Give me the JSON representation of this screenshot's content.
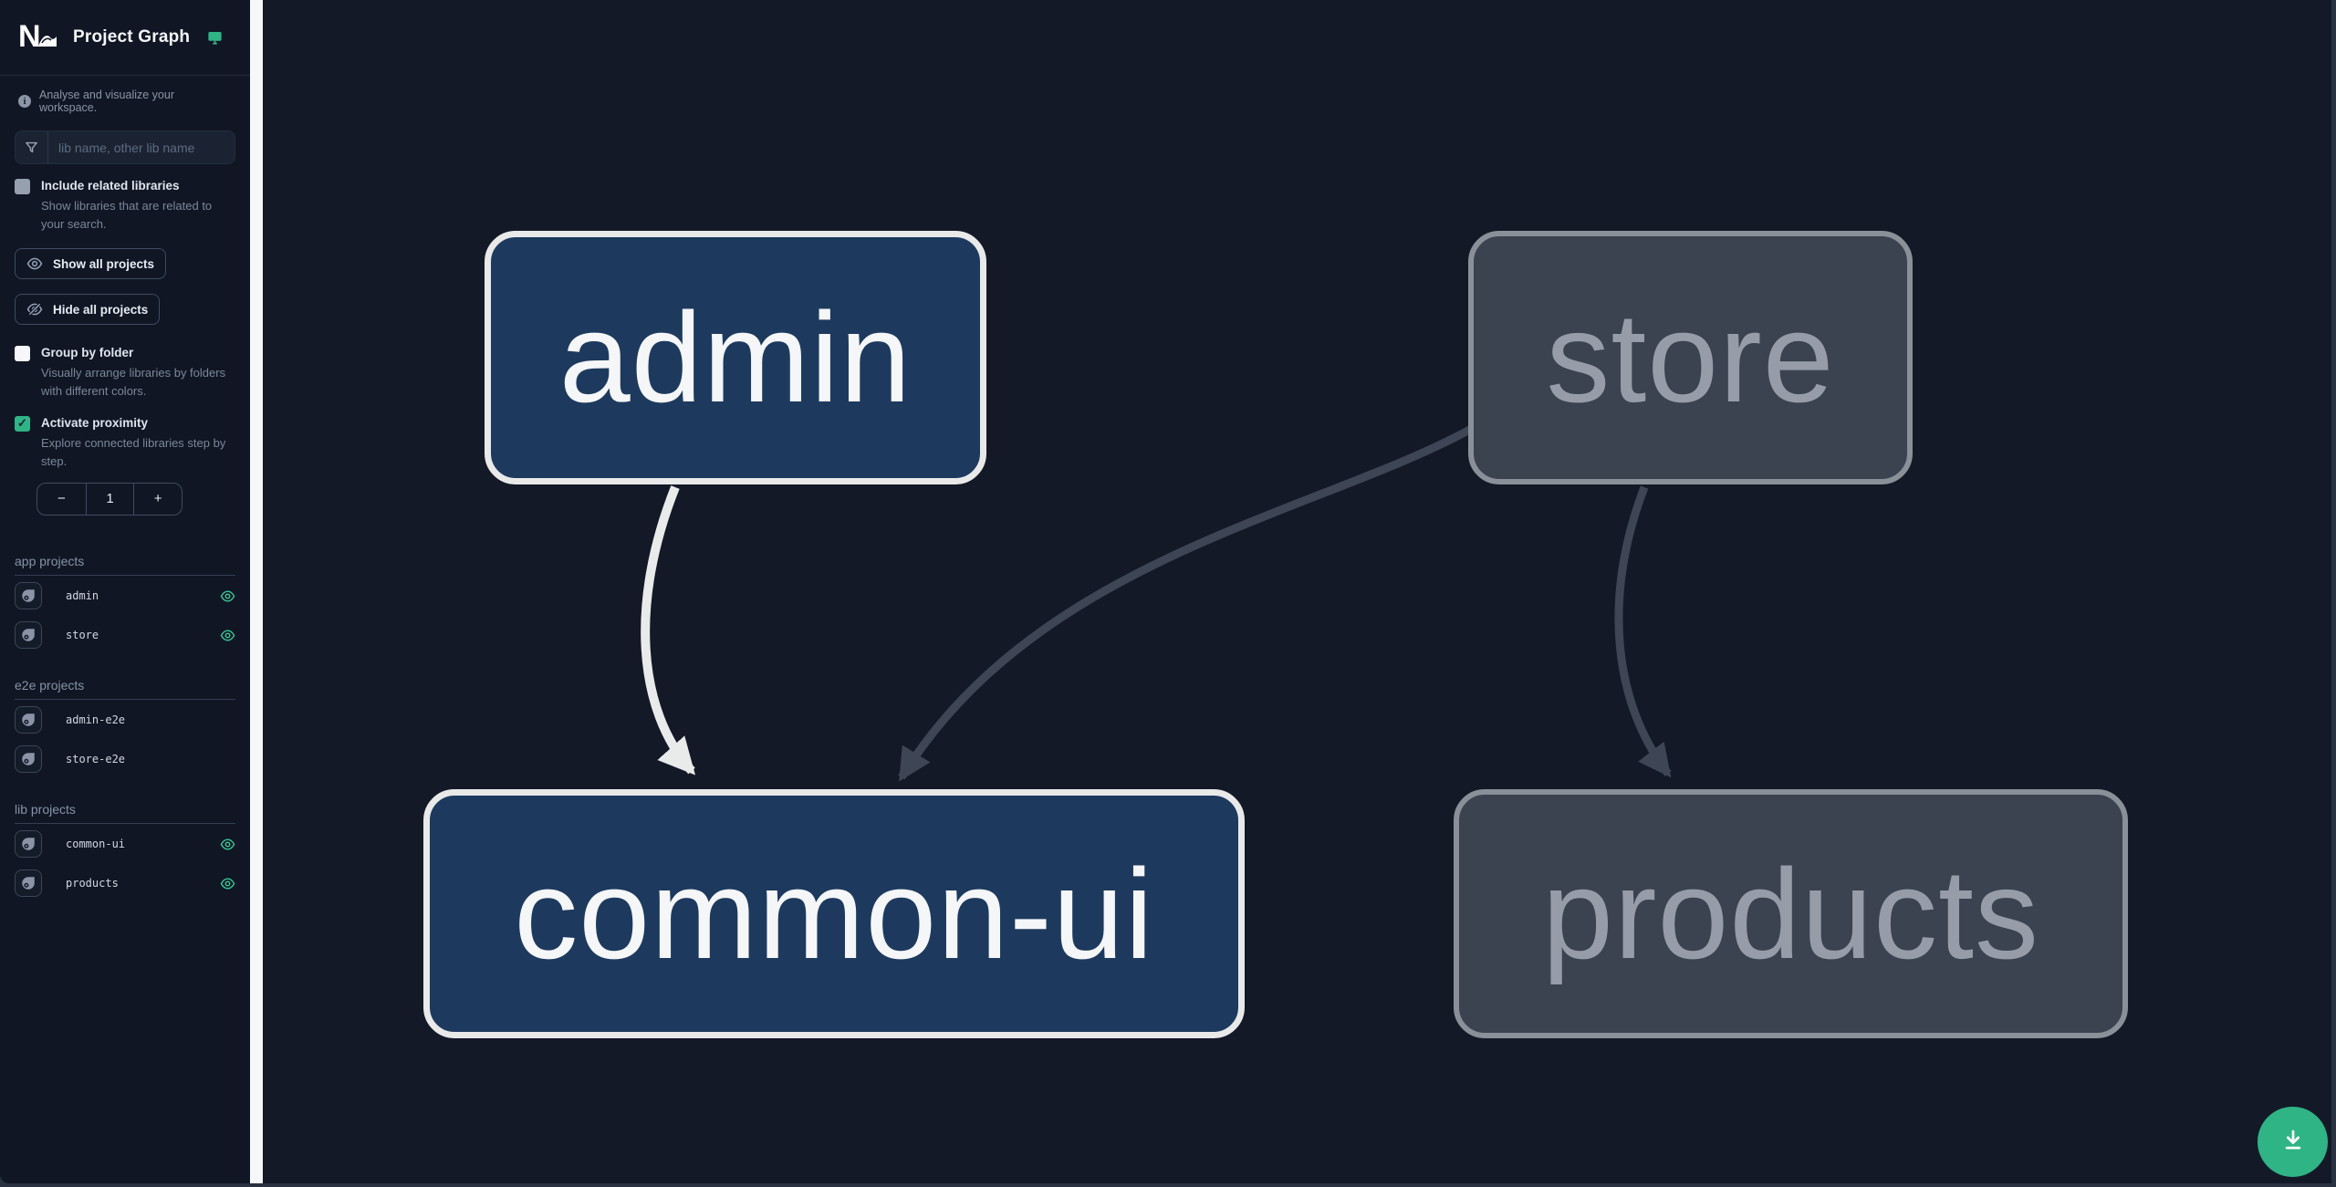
{
  "app": {
    "logo": "Nx",
    "title": "Project Graph",
    "title_icon": "monitor-icon"
  },
  "sidebar": {
    "tagline": "Analyse and visualize your workspace.",
    "search": {
      "placeholder": "lib name, other lib name"
    },
    "toggles": [
      {
        "label": "Include related libraries",
        "description": "Show libraries that are related to your search.",
        "checked": false
      },
      {
        "label": "Group by folder",
        "description": "Visually arrange libraries by folders with different colors.",
        "checked": false
      },
      {
        "label": "Activate proximity",
        "description": "Explore connected libraries step by step.",
        "checked": true
      }
    ],
    "buttons": {
      "show_all": "Show all projects",
      "hide_all": "Hide all projects"
    },
    "proximity_stepper": {
      "decrease": "−",
      "value": "1",
      "increase": "+"
    },
    "sections": [
      {
        "heading": "app projects",
        "items": [
          {
            "name": "admin",
            "visible": true
          },
          {
            "name": "store",
            "visible": true
          }
        ]
      },
      {
        "heading": "e2e projects",
        "items": [
          {
            "name": "admin-e2e",
            "visible": false
          },
          {
            "name": "store-e2e",
            "visible": false
          }
        ]
      },
      {
        "heading": "lib projects",
        "items": [
          {
            "name": "common-ui",
            "visible": true
          },
          {
            "name": "products",
            "visible": true
          }
        ]
      }
    ]
  },
  "graph": {
    "nodes": [
      {
        "id": "admin",
        "label": "admin",
        "state": "focused"
      },
      {
        "id": "store",
        "label": "store",
        "state": "unfocused"
      },
      {
        "id": "common-ui",
        "label": "common-ui",
        "state": "focused"
      },
      {
        "id": "products",
        "label": "products",
        "state": "unfocused"
      }
    ],
    "edges": [
      {
        "from": "admin",
        "to": "common-ui",
        "highlighted": true
      },
      {
        "from": "store",
        "to": "common-ui",
        "highlighted": false
      },
      {
        "from": "store",
        "to": "products",
        "highlighted": false
      }
    ]
  },
  "fab": {
    "icon": "download-icon"
  },
  "colors": {
    "accent_teal": "#2fb486",
    "eye_green": "#35c795",
    "sidebar_bg": "#101623",
    "canvas_bg": "#131927",
    "node_focused_fill": "#1d3a5e",
    "node_focused_border": "#e9e9ea",
    "node_unfocused_fill": "#3b4250",
    "node_unfocused_border": "#8a9098",
    "edge_highlight": "#e9eaea",
    "edge_muted": "#3e4554"
  }
}
